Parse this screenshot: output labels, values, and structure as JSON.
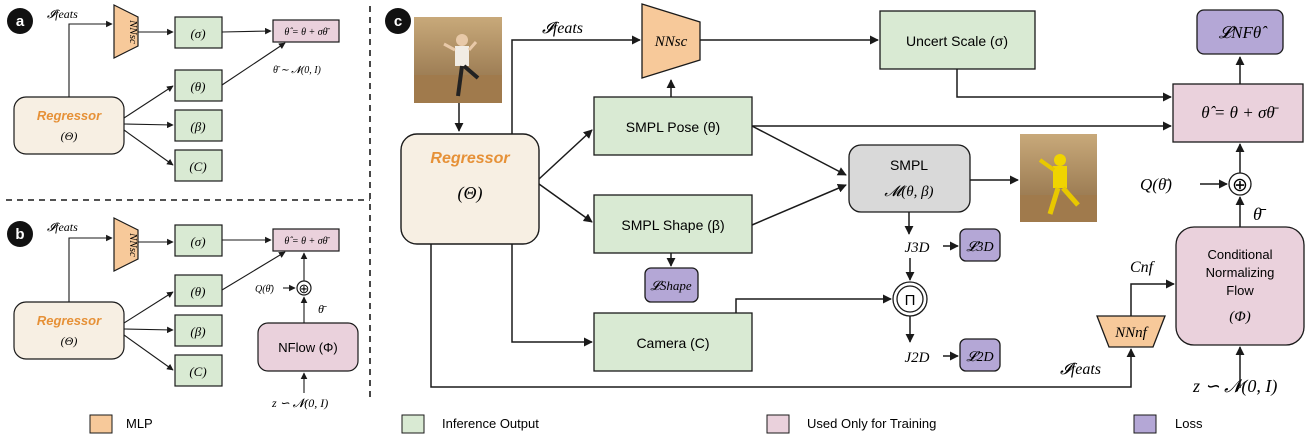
{
  "colors": {
    "mlp": "#f7c99a",
    "inference": "#d9ead3",
    "training": "#ead1dc",
    "loss": "#b4a7d6",
    "regressor_fill": "#f7efe3",
    "regressor_text": "#e69138",
    "smpl_fill": "#d9d9d9",
    "stroke": "#1a1a1a"
  },
  "panels": {
    "a": {
      "badge": "a",
      "feats": "𝓘feats",
      "nn_sc": "NNsc",
      "regressor_title": "Regressor",
      "regressor_param": "(Θ)",
      "sigma": "(σ)",
      "theta": "(θ)",
      "beta": "(β)",
      "camera": "(C)",
      "output": "θ̂ = θ + σθ̄",
      "prior": "θ̄ ∼ 𝓝(0, I)"
    },
    "b": {
      "badge": "b",
      "feats": "𝓘feats",
      "nn_sc": "NNsc",
      "regressor_title": "Regressor",
      "regressor_param": "(Θ)",
      "sigma": "(σ)",
      "theta": "(θ)",
      "beta": "(β)",
      "camera": "(C)",
      "output": "θ̂ = θ + σθ̄",
      "q": "Q(θ̄)",
      "plus": "⊕",
      "theta_bar": "θ̄",
      "nflow": "NFlow (Φ)",
      "z": "z ∽ 𝓝(0, I)"
    },
    "c": {
      "badge": "c",
      "feats_top": "𝓘feats",
      "nn_sc": "NNsc",
      "uncert": "Uncert Scale (σ)",
      "loss_nf": "𝓛NFθ̂",
      "output": "θ̂ = θ + σθ̄",
      "regressor_title": "Regressor",
      "regressor_param": "(Θ)",
      "pose": "SMPL Pose (θ)",
      "shape": "SMPL Shape (β)",
      "camera": "Camera (C)",
      "smpl_title": "SMPL",
      "smpl_func": "𝓜(θ, β)",
      "j3d": "J3D",
      "j2d": "J2D",
      "loss_3d": "𝓛3D",
      "loss_2d": "𝓛2D",
      "loss_shape": "𝓛Shape",
      "proj": "Π",
      "q": "Q(θ̄)",
      "plus": "⊕",
      "theta_bar": "θ̄",
      "c_nf": "Cnf",
      "nn_nf": "NNnf",
      "feats_bottom": "𝓘feats",
      "cnf_line1": "Conditional",
      "cnf_line2": "Normalizing",
      "cnf_line3": "Flow",
      "cnf_param": "(Φ)",
      "z": "z ∽ 𝓝(0, I)"
    }
  },
  "legend": [
    {
      "label": "MLP",
      "color": "#f7c99a"
    },
    {
      "label": "Inference Output",
      "color": "#d9ead3"
    },
    {
      "label": "Used Only for Training",
      "color": "#ead1dc"
    },
    {
      "label": "Loss",
      "color": "#b4a7d6"
    }
  ]
}
